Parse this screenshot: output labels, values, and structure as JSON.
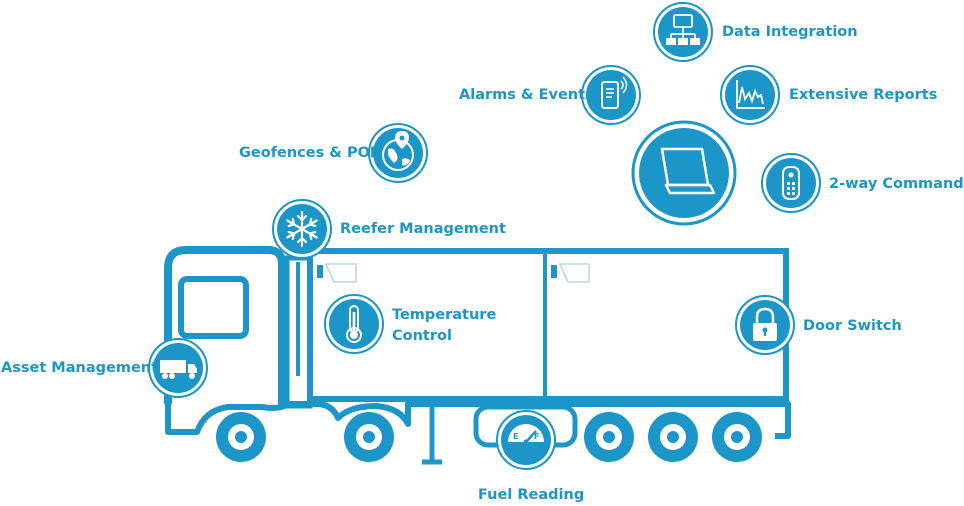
{
  "colors": {
    "accent": "#1c96c8",
    "background": "#ffffff"
  },
  "features": {
    "data_integration": {
      "label": "Data Integration",
      "icon": "network-icon"
    },
    "alarms_events": {
      "label": "Alarms & Events",
      "icon": "mobile-signal-icon"
    },
    "extensive_reports": {
      "label": "Extensive Reports",
      "icon": "chart-report-icon"
    },
    "two_way_command": {
      "label": "2-way Command",
      "icon": "remote-control-icon"
    },
    "geofences_poi": {
      "label": "Geofences & POI",
      "icon": "globe-pin-icon"
    },
    "reefer_management": {
      "label": "Reefer Management",
      "icon": "snowflake-icon"
    },
    "temperature_control": {
      "label_line1": "Temperature",
      "label_line2": "Control",
      "icon": "thermometer-icon"
    },
    "door_switch": {
      "label": "Door Switch",
      "icon": "padlock-icon"
    },
    "asset_management": {
      "label": "Asset Management",
      "icon": "truck-icon"
    },
    "fuel_reading": {
      "label": "Fuel Reading",
      "icon": "fuel-gauge-icon",
      "gauge_left": "E",
      "gauge_right": "F"
    },
    "laptop": {
      "icon": "laptop-icon"
    }
  }
}
